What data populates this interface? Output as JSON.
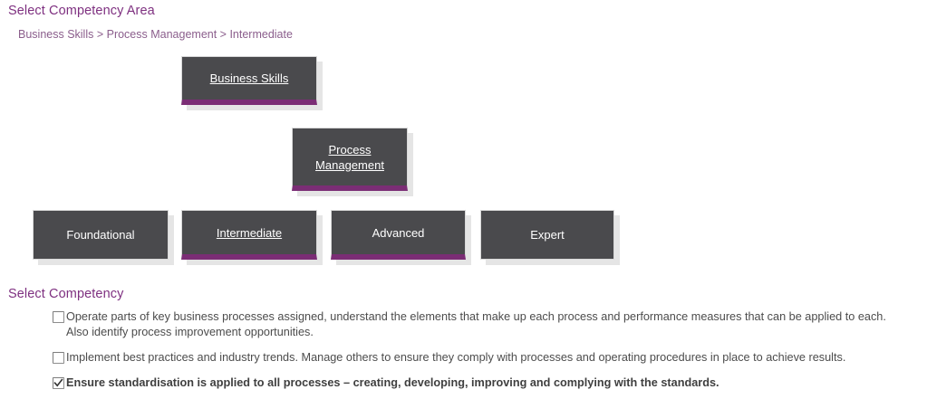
{
  "page": {
    "heading_area": "Select Competency Area",
    "heading_competency": "Select Competency",
    "breadcrumb": "Business Skills > Process Management > Intermediate",
    "accent_color": "#7b2d75",
    "heading_color": "#7e3080",
    "breadcrumb_color": "#8b5e8c",
    "tab_background": "#4a4a4d",
    "tab_text_color": "#ffffff"
  },
  "tabs": {
    "level1": [
      {
        "label": "Business Skills",
        "selected": true,
        "underlined": true
      }
    ],
    "level2": [
      {
        "label": "Process Management",
        "line1": "Process",
        "line2": "Management",
        "selected": true,
        "underlined": true
      }
    ],
    "level3": [
      {
        "label": "Foundational",
        "selected": false,
        "underlined": false
      },
      {
        "label": "Intermediate",
        "selected": true,
        "underlined": true
      },
      {
        "label": "Advanced",
        "selected": true,
        "underlined": false
      },
      {
        "label": "Expert",
        "selected": false,
        "underlined": false
      }
    ]
  },
  "competencies": [
    {
      "text": "Operate parts of key business processes assigned, understand the elements that make up each process and performance measures that can be applied to each. Also identify process improvement opportunities.",
      "checked": false
    },
    {
      "text": "Implement best practices and industry trends. Manage others to ensure they comply with processes and operating procedures in place to achieve results.",
      "checked": false
    },
    {
      "text": "Ensure standardisation is applied to all processes – creating, developing, improving and complying with the standards.",
      "checked": true
    }
  ]
}
